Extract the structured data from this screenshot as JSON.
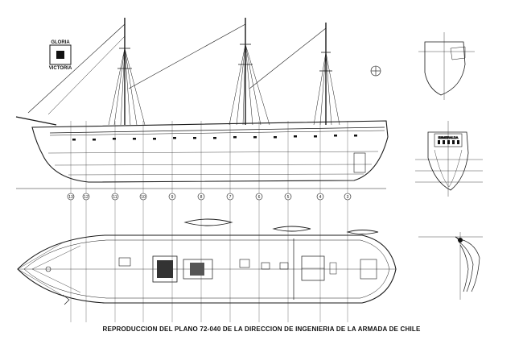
{
  "caption": "REPRODUCCION DEL PLANO 72-040 DE LA DIRECCION DE INGENIERIA DE LA ARMADA DE CHILE",
  "logo": {
    "top_text": "GLORIA",
    "bottom_text": "VICTORIA"
  },
  "station_labels": [
    "13",
    "12",
    "11",
    "10",
    "9",
    "8",
    "7",
    "6",
    "5",
    "4",
    "3"
  ],
  "stern_name_label": "ESMERALDA",
  "colors": {
    "ink": "#1a1a1a",
    "paper": "#ffffff"
  }
}
